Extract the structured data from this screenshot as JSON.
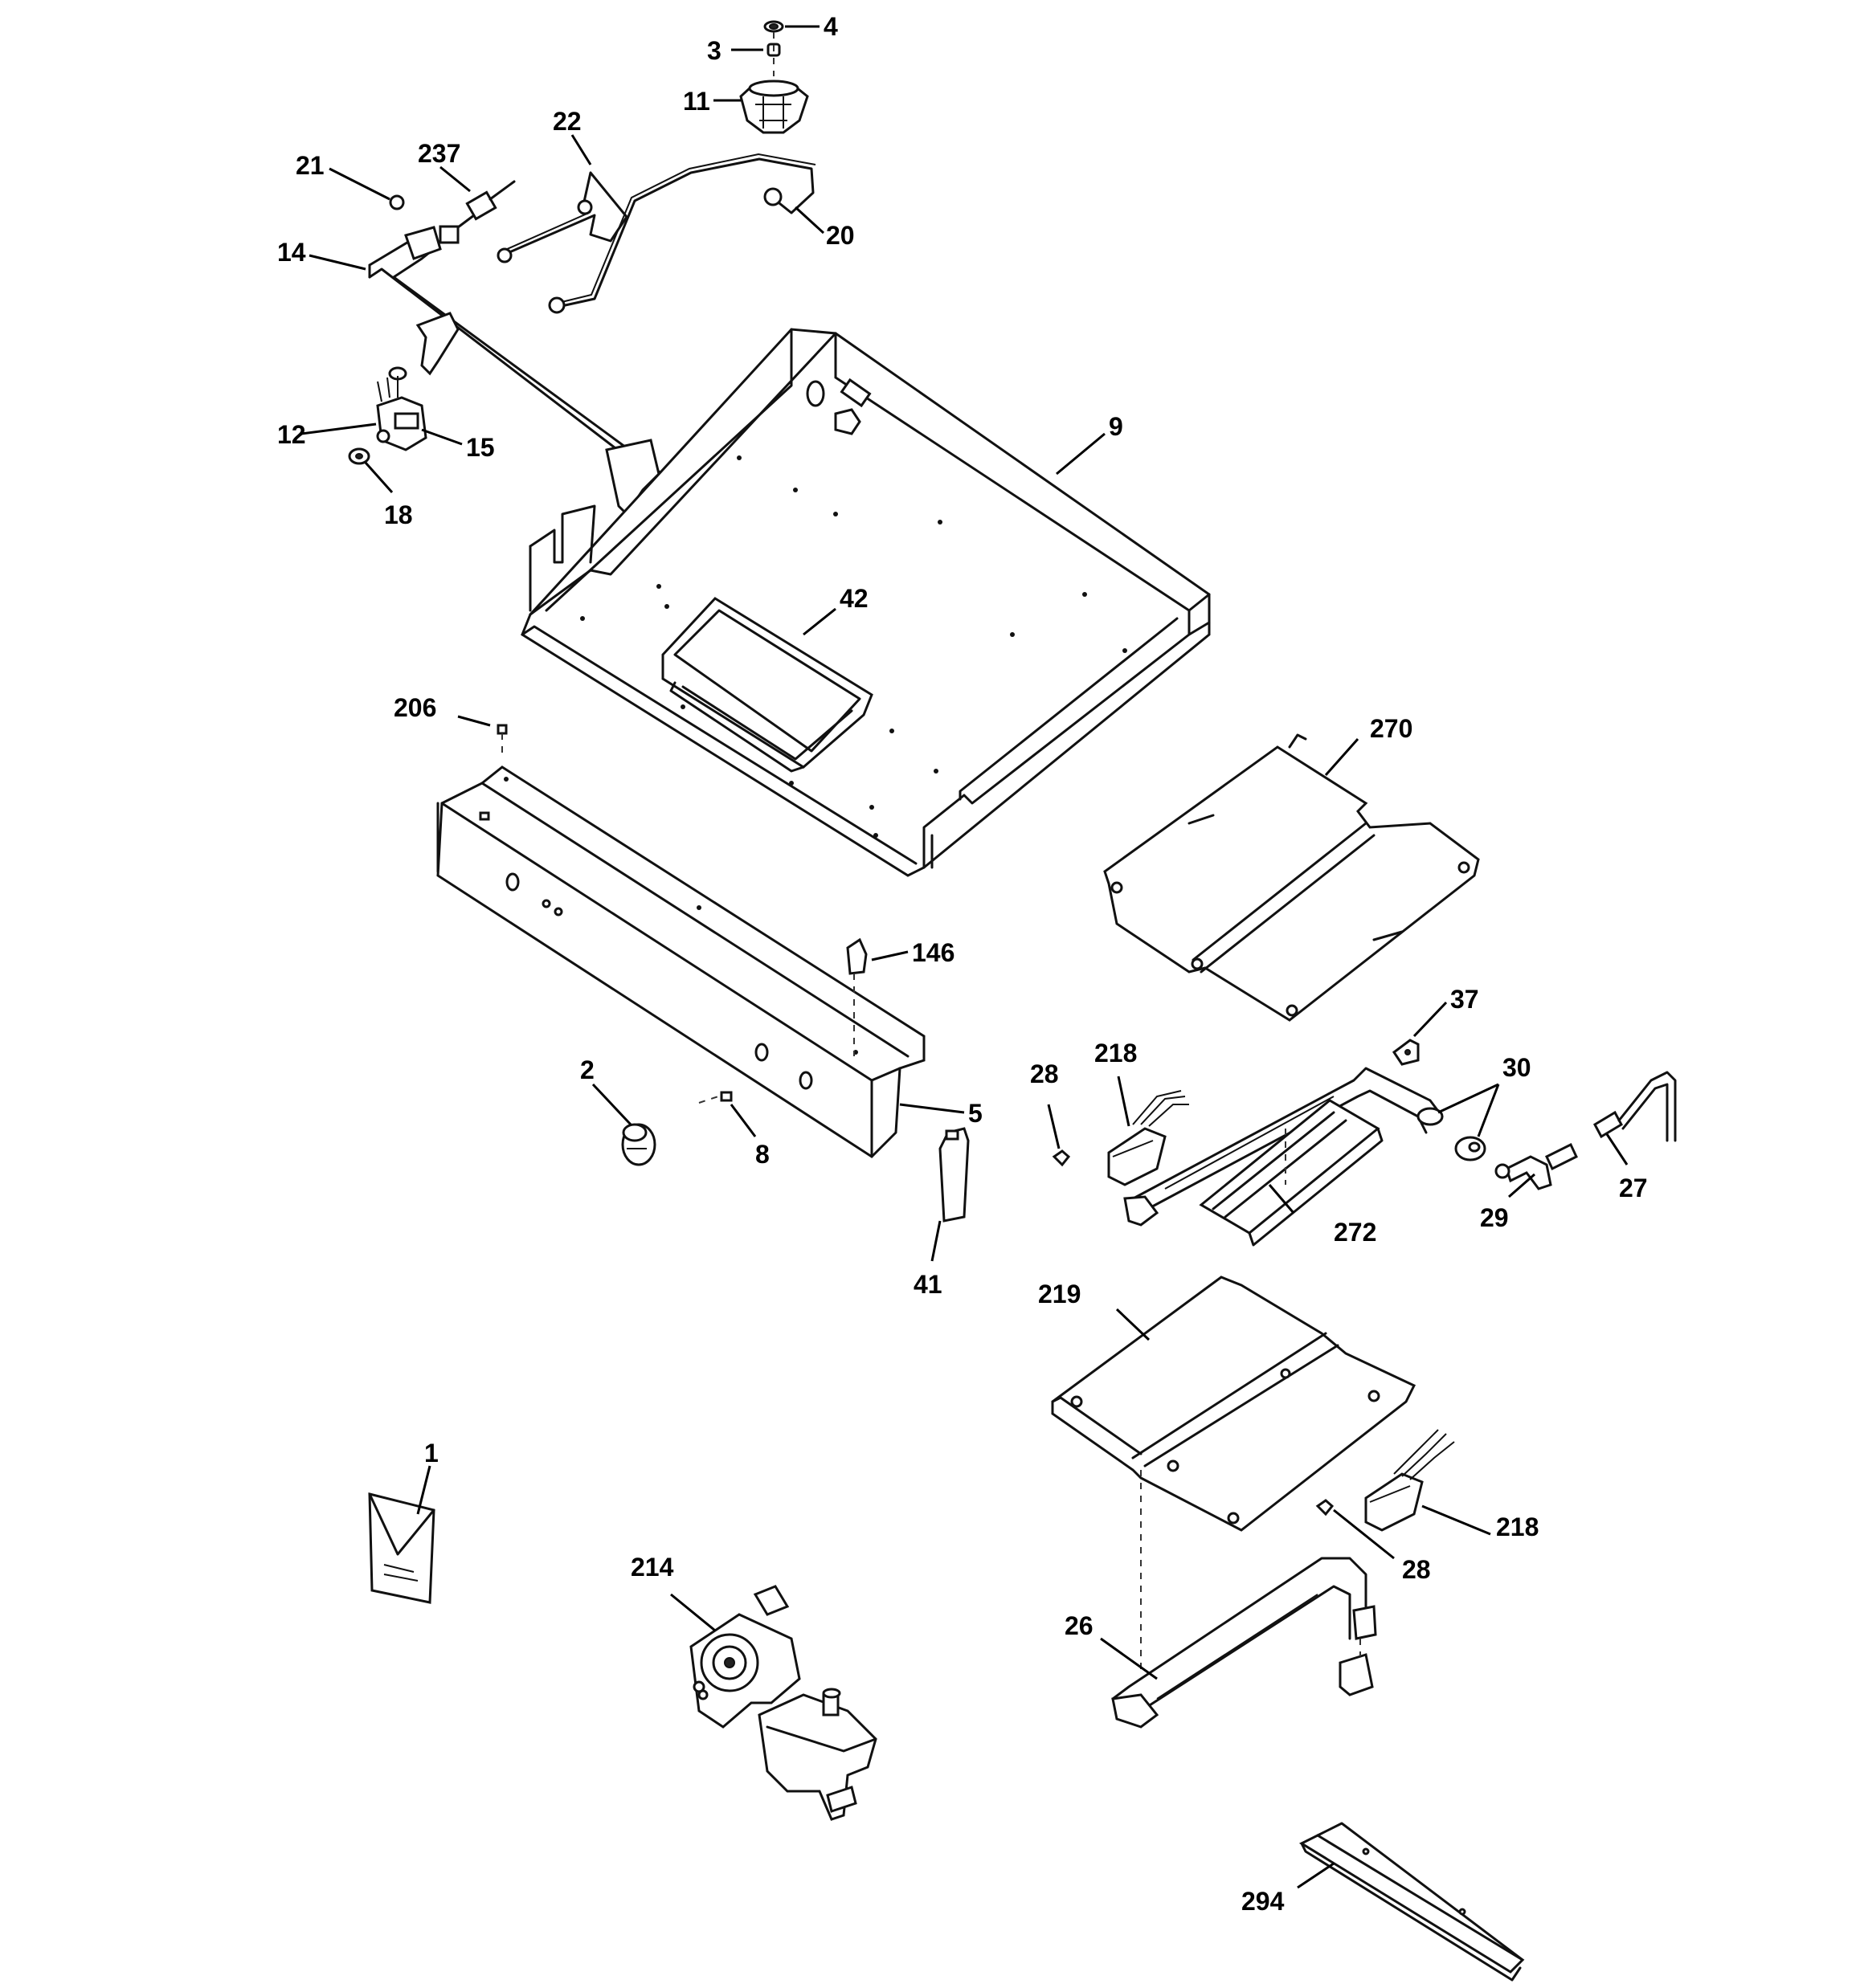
{
  "callouts": [
    {
      "id": "c4",
      "text": "4"
    },
    {
      "id": "c3",
      "text": "3"
    },
    {
      "id": "c11",
      "text": "11"
    },
    {
      "id": "c22",
      "text": "22"
    },
    {
      "id": "c237",
      "text": "237"
    },
    {
      "id": "c21",
      "text": "21"
    },
    {
      "id": "c20",
      "text": "20"
    },
    {
      "id": "c14",
      "text": "14"
    },
    {
      "id": "c9",
      "text": "9"
    },
    {
      "id": "c12",
      "text": "12"
    },
    {
      "id": "c15",
      "text": "15"
    },
    {
      "id": "c18",
      "text": "18"
    },
    {
      "id": "c42",
      "text": "42"
    },
    {
      "id": "c206",
      "text": "206"
    },
    {
      "id": "c270",
      "text": "270"
    },
    {
      "id": "c146",
      "text": "146"
    },
    {
      "id": "c37",
      "text": "37"
    },
    {
      "id": "c218a",
      "text": "218"
    },
    {
      "id": "c30",
      "text": "30"
    },
    {
      "id": "c28a",
      "text": "28"
    },
    {
      "id": "c2",
      "text": "2"
    },
    {
      "id": "c5",
      "text": "5"
    },
    {
      "id": "c8",
      "text": "8"
    },
    {
      "id": "c27",
      "text": "27"
    },
    {
      "id": "c272",
      "text": "272"
    },
    {
      "id": "c29",
      "text": "29"
    },
    {
      "id": "c41",
      "text": "41"
    },
    {
      "id": "c219",
      "text": "219"
    },
    {
      "id": "c1",
      "text": "1"
    },
    {
      "id": "c218b",
      "text": "218"
    },
    {
      "id": "c214",
      "text": "214"
    },
    {
      "id": "c28b",
      "text": "28"
    },
    {
      "id": "c26",
      "text": "26"
    },
    {
      "id": "c294",
      "text": "294"
    }
  ]
}
